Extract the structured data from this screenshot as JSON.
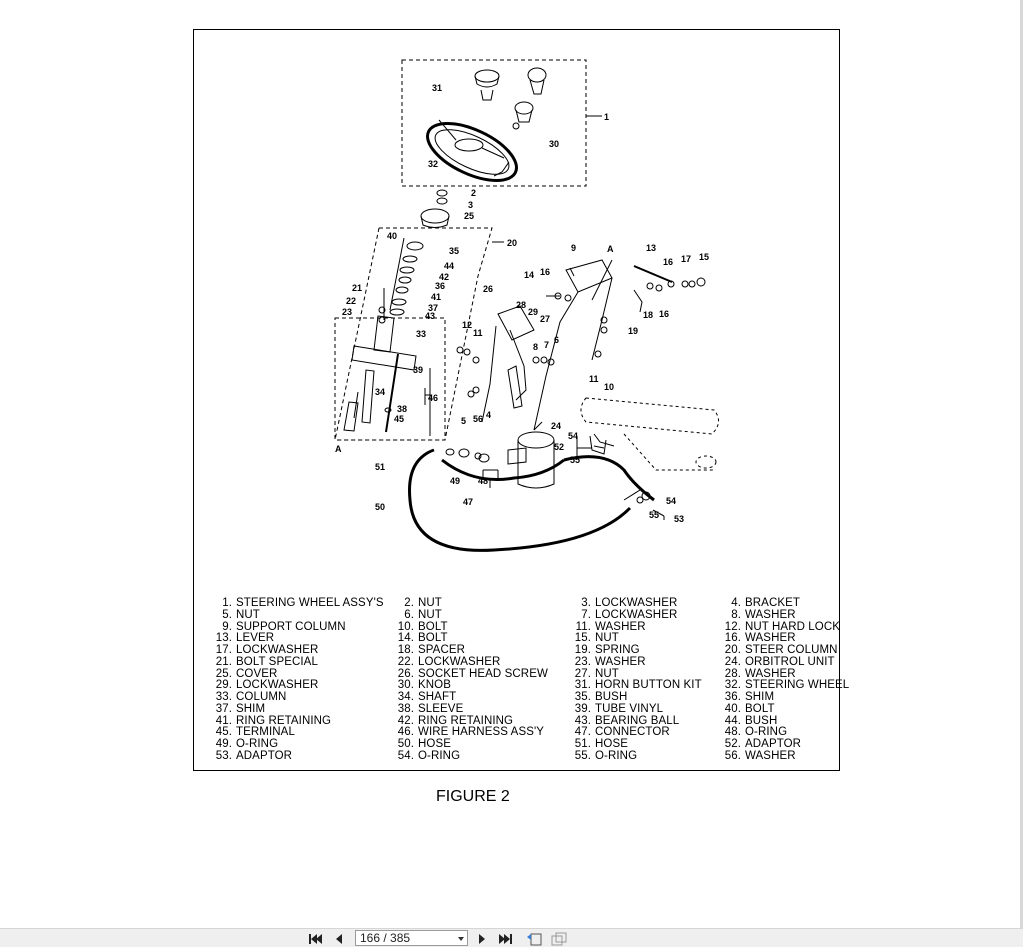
{
  "figure": {
    "caption": "FIGURE 2",
    "callouts": [
      "1",
      "2",
      "3",
      "4",
      "5",
      "6",
      "7",
      "8",
      "9",
      "10",
      "11",
      "12",
      "13",
      "14",
      "15",
      "16",
      "17",
      "18",
      "19",
      "20",
      "21",
      "22",
      "23",
      "24",
      "25",
      "26",
      "27",
      "28",
      "29",
      "30",
      "31",
      "32",
      "33",
      "34",
      "35",
      "36",
      "37",
      "38",
      "39",
      "40",
      "41",
      "42",
      "43",
      "44",
      "45",
      "46",
      "47",
      "48",
      "49",
      "50",
      "51",
      "52",
      "53",
      "54",
      "55",
      "56",
      "A"
    ],
    "parts": [
      {
        "num": "1.",
        "name": "STEERING WHEEL ASSY'S"
      },
      {
        "num": "2.",
        "name": "NUT"
      },
      {
        "num": "3.",
        "name": "LOCKWASHER"
      },
      {
        "num": "4.",
        "name": "BRACKET"
      },
      {
        "num": "5.",
        "name": "NUT"
      },
      {
        "num": "6.",
        "name": "NUT"
      },
      {
        "num": "7.",
        "name": "LOCKWASHER"
      },
      {
        "num": "8.",
        "name": "WASHER"
      },
      {
        "num": "9.",
        "name": "SUPPORT COLUMN"
      },
      {
        "num": "10.",
        "name": "BOLT"
      },
      {
        "num": "11.",
        "name": "WASHER"
      },
      {
        "num": "12.",
        "name": "NUT HARD LOCK"
      },
      {
        "num": "13.",
        "name": "LEVER"
      },
      {
        "num": "14.",
        "name": "BOLT"
      },
      {
        "num": "15.",
        "name": "NUT"
      },
      {
        "num": "16.",
        "name": "WASHER"
      },
      {
        "num": "17.",
        "name": "LOCKWASHER"
      },
      {
        "num": "18.",
        "name": "SPACER"
      },
      {
        "num": "19.",
        "name": "SPRING"
      },
      {
        "num": "20.",
        "name": "STEER COLUMN"
      },
      {
        "num": "21.",
        "name": "BOLT SPECIAL"
      },
      {
        "num": "22.",
        "name": "LOCKWASHER"
      },
      {
        "num": "23.",
        "name": "WASHER"
      },
      {
        "num": "24.",
        "name": "ORBITROL UNIT"
      },
      {
        "num": "25.",
        "name": "COVER"
      },
      {
        "num": "26.",
        "name": "SOCKET HEAD SCREW"
      },
      {
        "num": "27.",
        "name": "NUT"
      },
      {
        "num": "28.",
        "name": "WASHER"
      },
      {
        "num": "29.",
        "name": "LOCKWASHER"
      },
      {
        "num": "30.",
        "name": "KNOB"
      },
      {
        "num": "31.",
        "name": "HORN BUTTON KIT"
      },
      {
        "num": "32.",
        "name": "STEERING WHEEL"
      },
      {
        "num": "33.",
        "name": "COLUMN"
      },
      {
        "num": "34.",
        "name": "SHAFT"
      },
      {
        "num": "35.",
        "name": "BUSH"
      },
      {
        "num": "36.",
        "name": "SHIM"
      },
      {
        "num": "37.",
        "name": "SHIM"
      },
      {
        "num": "38.",
        "name": "SLEEVE"
      },
      {
        "num": "39.",
        "name": "TUBE VINYL"
      },
      {
        "num": "40.",
        "name": "BOLT"
      },
      {
        "num": "41.",
        "name": "RING RETAINING"
      },
      {
        "num": "42.",
        "name": "RING RETAINING"
      },
      {
        "num": "43.",
        "name": "BEARING BALL"
      },
      {
        "num": "44.",
        "name": "BUSH"
      },
      {
        "num": "45.",
        "name": "TERMINAL"
      },
      {
        "num": "46.",
        "name": "WIRE HARNESS ASS'Y"
      },
      {
        "num": "47.",
        "name": "CONNECTOR"
      },
      {
        "num": "48.",
        "name": "O-RING"
      },
      {
        "num": "49.",
        "name": "O-RING"
      },
      {
        "num": "50.",
        "name": "HOSE"
      },
      {
        "num": "51.",
        "name": "HOSE"
      },
      {
        "num": "52.",
        "name": "ADAPTOR"
      },
      {
        "num": "53.",
        "name": "ADAPTOR"
      },
      {
        "num": "54.",
        "name": "O-RING"
      },
      {
        "num": "55.",
        "name": "O-RING"
      },
      {
        "num": "56.",
        "name": "WASHER"
      }
    ]
  },
  "toolbar": {
    "page_indicator": "166 / 385",
    "buttons": [
      "first-page-icon",
      "previous-page-icon",
      "next-page-icon",
      "last-page-icon",
      "go-back-icon",
      "go-forward-icon"
    ]
  },
  "colors": {
    "ink": "#000000",
    "toolbar_bg": "#efefef",
    "paper": "#ffffff"
  }
}
